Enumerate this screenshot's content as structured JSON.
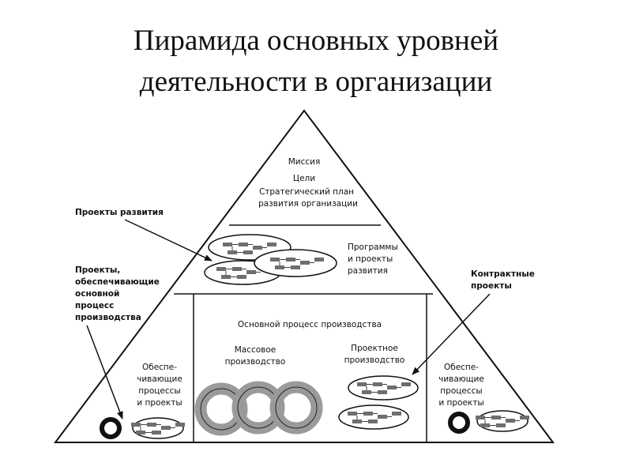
{
  "title": {
    "line1": "Пирамида основных уровней",
    "line2": "деятельности в организации"
  },
  "pyramid": {
    "top": {
      "line1": "Миссия",
      "line2": "Цели",
      "line3": "Стратегический план",
      "line4": "развития организации"
    },
    "middle": {
      "line1": "Программы",
      "line2": "и проекты",
      "line3": "развития"
    },
    "base": {
      "main_process": "Основной процесс производства",
      "mass_line1": "Массовое",
      "mass_line2": "производство",
      "project_line1": "Проектное",
      "project_line2": "производство",
      "support_left": [
        "Обеспе-",
        "чивающие",
        "процессы",
        "и проекты"
      ],
      "support_right": [
        "Обеспе-",
        "чивающие",
        "процессы",
        "и проекты"
      ]
    }
  },
  "callouts": {
    "dev_projects": "Проекты развития",
    "supporting_projects": [
      "Проекты,",
      "обеспечивающие",
      "основной",
      "процесс",
      "производства"
    ],
    "contract_projects": [
      "Контрактные",
      "проекты"
    ]
  },
  "colors": {
    "line": "#111111",
    "cycle_fill": "#9a9a9a",
    "box_fill": "#6e6e6e"
  }
}
